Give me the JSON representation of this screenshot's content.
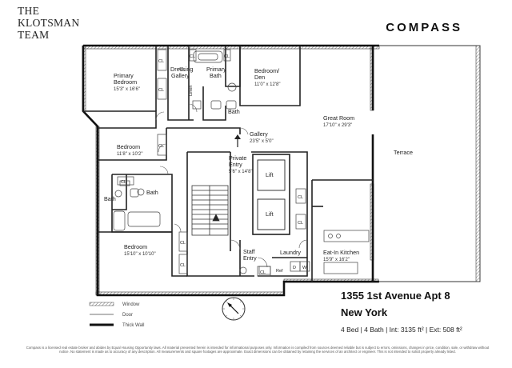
{
  "brand": {
    "team_lines": [
      "THE",
      "KLOTSMAN",
      "TEAM"
    ],
    "company": "COMPASS"
  },
  "plan": {
    "rooms": [
      {
        "name": [
          "Primary",
          "Bedroom"
        ],
        "dims": "15'3\" x 16'6\""
      },
      {
        "name": [
          "Dressing",
          "Gallery"
        ],
        "dims": ""
      },
      {
        "name": [
          "Primary",
          "Bath"
        ],
        "dims": ""
      },
      {
        "name": [
          "Bedroom/",
          "Den"
        ],
        "dims": "11'0\" x 12'8\""
      },
      {
        "name": [
          "Great Room"
        ],
        "dims": "17'10\" x 29'3\""
      },
      {
        "name": [
          "Bedroom"
        ],
        "dims": "11'8\" x 10'2\""
      },
      {
        "name": [
          "Gallery"
        ],
        "dims": "23'5\" x 5'0\""
      },
      {
        "name": [
          "Private",
          "Entry"
        ],
        "dims": "5'6\" x 14'8\""
      },
      {
        "name": [
          "Terrace"
        ],
        "dims": ""
      },
      {
        "name": [
          "Bedroom"
        ],
        "dims": "15'10\" x 10'10\""
      },
      {
        "name": [
          "Staff",
          "Entry"
        ],
        "dims": ""
      },
      {
        "name": [
          "Laundry"
        ],
        "dims": ""
      },
      {
        "name": [
          "Eat-In Kitchen"
        ],
        "dims": "15'9\" x 16'2\""
      }
    ],
    "baths": [
      "Bath",
      "Bath",
      "Bath"
    ],
    "closet_label": "CL",
    "lift_label": "Lift",
    "linen_label": "Linen",
    "ref_label": "Ref",
    "dryer_label": "D",
    "washer_label": "W"
  },
  "legend": {
    "window": "Window",
    "door": "Door",
    "thick_wall": "Thick Wall"
  },
  "listing": {
    "address": "1355 1st Avenue Apt 8",
    "city": "New York",
    "stats": "4 Bed | 4 Bath | Int: 3135 ft² | Ext: 508 ft²"
  },
  "disclaimer": "Compass is a licensed real estate broker and abides by Equal Housing Opportunity laws. All material presented herein is intended for informational purposes only. Information is compiled from sources deemed reliable but is subject to errors, omissions, changes in price, condition, sale, or withdraw without notice. No statement is made as to accuracy of any description. All measurements and square footages are approximate. Exact dimensions can be obtained by retaining the services of an architect or engineer. This is not intended to solicit property already listed."
}
